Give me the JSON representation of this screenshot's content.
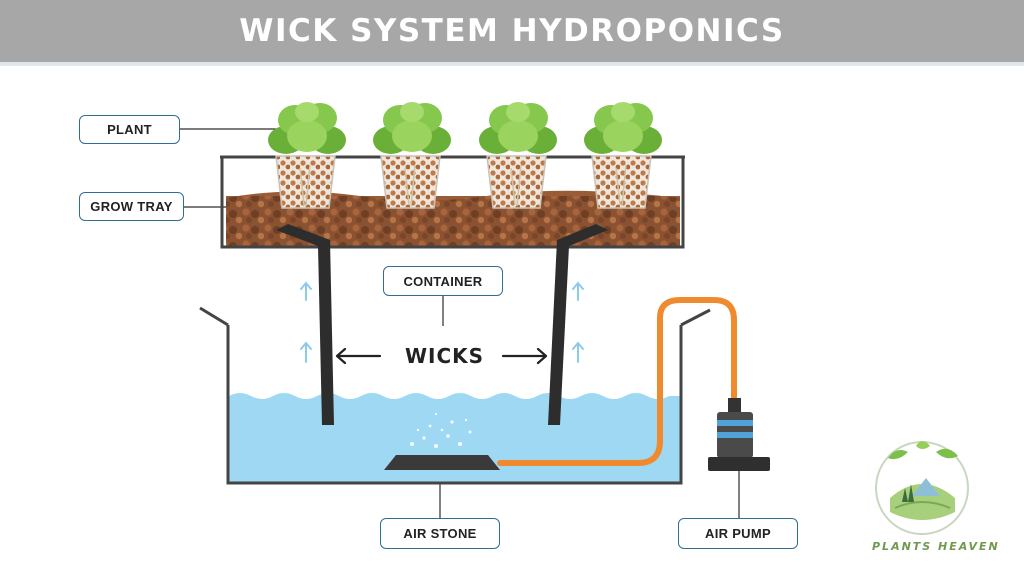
{
  "header": {
    "title": "WICK SYSTEM HYDROPONICS"
  },
  "labels": {
    "plant": "PLANT",
    "grow_tray": "GROW TRAY",
    "container": "CONTAINER",
    "wicks": "WICKS",
    "air_stone": "AIR STONE",
    "air_pump": "AIR PUMP"
  },
  "logo": {
    "name": "PLANTS HEAVEN"
  },
  "colors": {
    "header_bg": "#a7a7a7",
    "water": "#9fd8f2",
    "soil": "#8b5232",
    "leaf": "#78c043",
    "tube": "#f08a2e",
    "wick": "#2d2d2d",
    "arrow": "#8ccbea",
    "label_border": "#2f6f94"
  }
}
